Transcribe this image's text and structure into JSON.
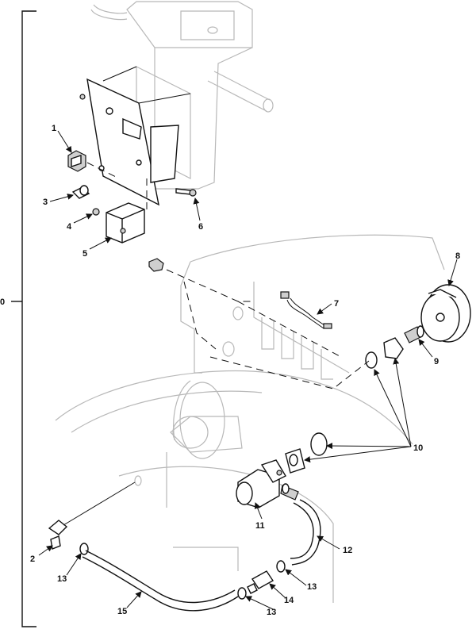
{
  "diagram": {
    "group_label": "0",
    "callouts": [
      "1",
      "2",
      "3",
      "4",
      "5",
      "6",
      "7",
      "8",
      "9",
      "10",
      "11",
      "12",
      "13",
      "13",
      "13",
      "14",
      "15"
    ]
  }
}
